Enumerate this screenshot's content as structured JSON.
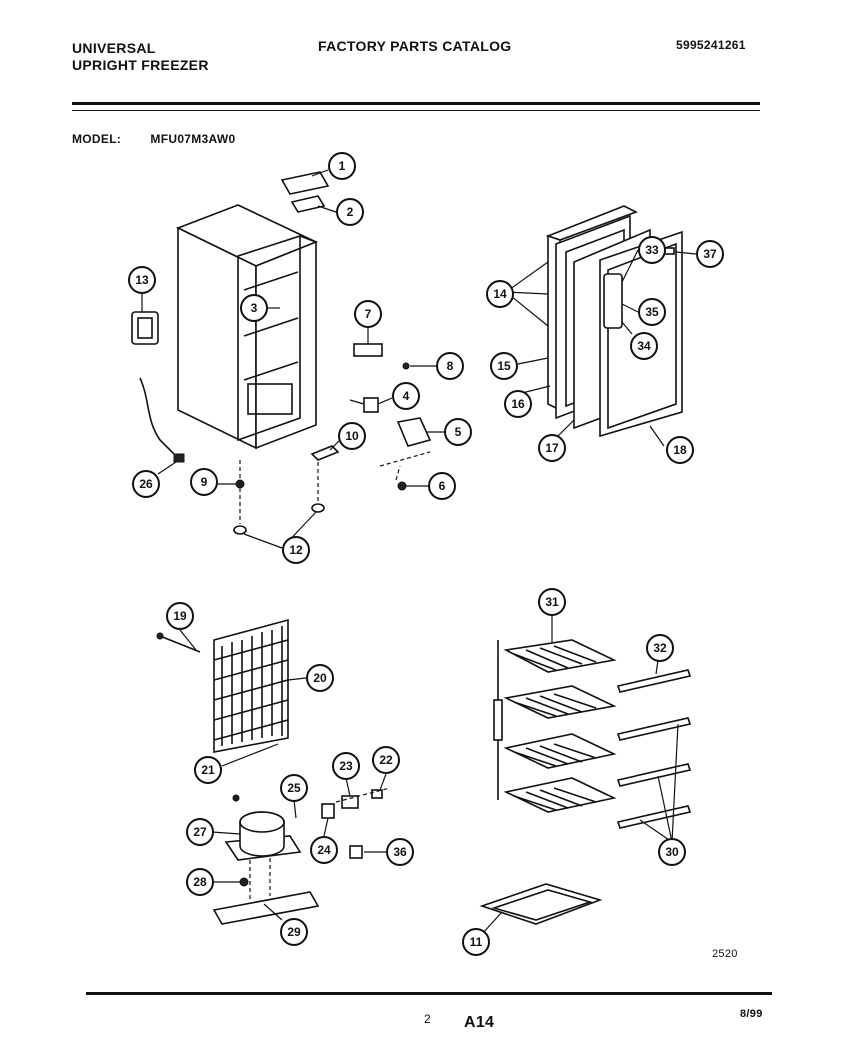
{
  "header": {
    "brand_line1": "UNIVERSAL",
    "brand_line2": "UPRIGHT FREEZER",
    "catalog_title": "FACTORY PARTS CATALOG",
    "part_number": "5995241261",
    "model_label": "MODEL:",
    "model_number": "MFU07M3AW0"
  },
  "footer": {
    "figure_number": "2520",
    "page_number": "2",
    "page_code": "A14",
    "date_code": "8/99"
  },
  "callouts": [
    "1",
    "2",
    "3",
    "4",
    "5",
    "6",
    "7",
    "8",
    "9",
    "10",
    "11",
    "12",
    "13",
    "14",
    "15",
    "16",
    "17",
    "18",
    "19",
    "20",
    "21",
    "22",
    "23",
    "24",
    "25",
    "26",
    "27",
    "28",
    "29",
    "30",
    "31",
    "32",
    "33",
    "34",
    "35",
    "36",
    "37"
  ]
}
